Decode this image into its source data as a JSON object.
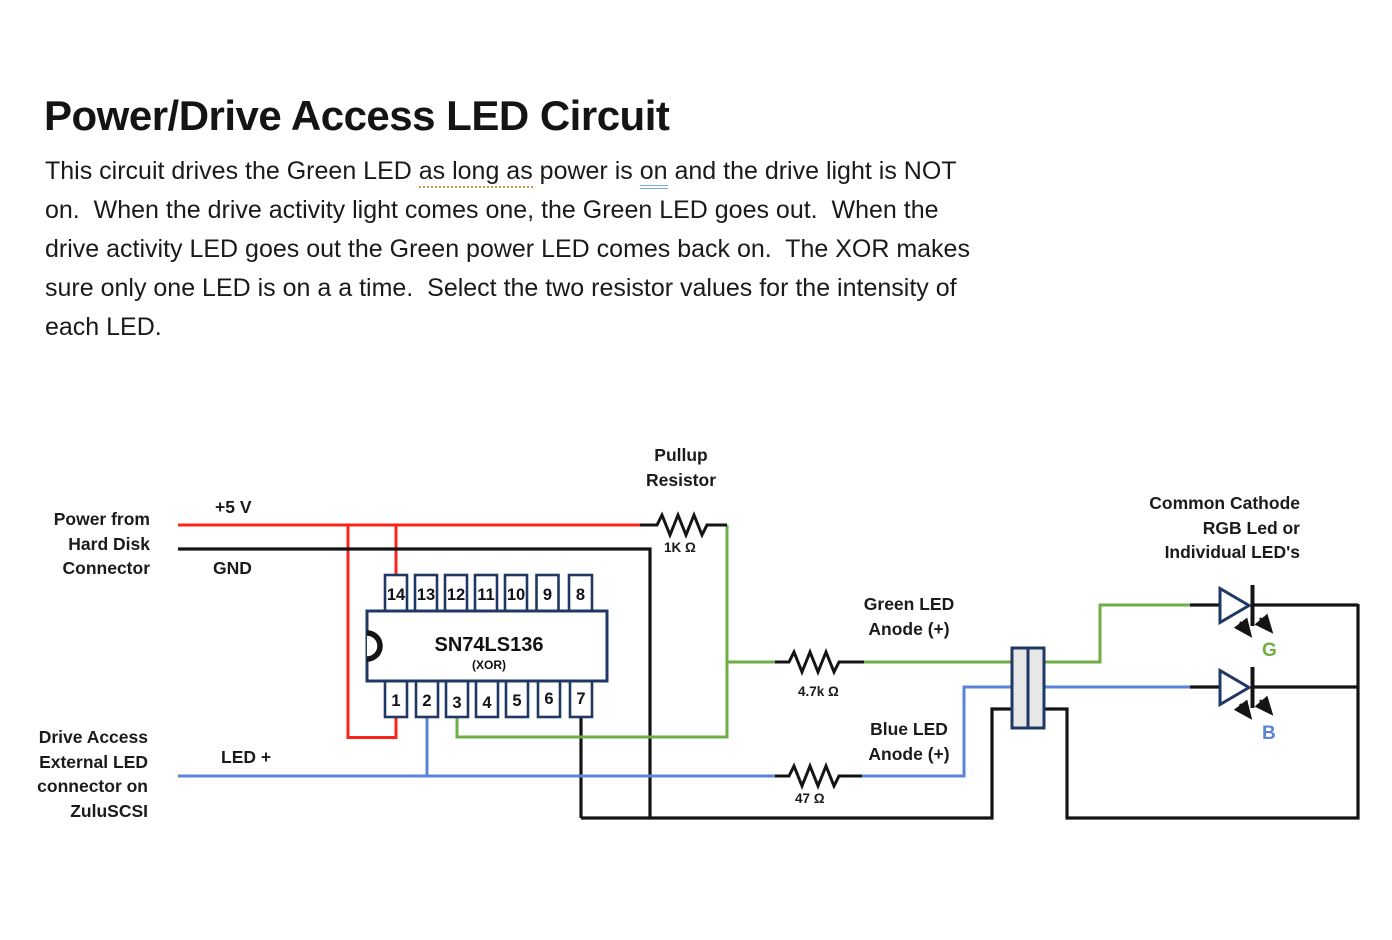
{
  "title": "Power/Drive Access LED Circuit",
  "description": {
    "line1_pre": "This circuit drives the Green LED ",
    "line1_spellcheck": "as long as",
    "line1_mid": " power is ",
    "line1_grammar": "on",
    "line1_post": " and the drive light is NOT",
    "line2": "on.  When the drive activity light comes one, the Green LED goes out.  When the",
    "line3": "drive activity LED goes out the Green power LED comes back on.  The XOR makes",
    "line4": "sure only one LED is on a a time.  Select the two resistor values for the intensity of",
    "line5": "each LED."
  },
  "diagram": {
    "power_source_label": {
      "line1": "Power from",
      "line2": "Hard Disk",
      "line3": "Connector"
    },
    "rail_5v": "+5 V",
    "rail_gnd": "GND",
    "led_plus": "LED +",
    "drive_access_label": {
      "line1": "Drive Access",
      "line2": "External LED",
      "line3": "connector on",
      "line4": "ZuluSCSI"
    },
    "pullup_label": {
      "line1": "Pullup",
      "line2": "Resistor"
    },
    "r_pullup_value": "1K Ω",
    "green_anode_label": {
      "line1": "Green LED",
      "line2": "Anode (+)"
    },
    "r_green_value": "4.7k Ω",
    "blue_anode_label": {
      "line1": "Blue LED",
      "line2": "Anode (+)"
    },
    "r_blue_value": "47 Ω",
    "common_cathode_label": {
      "line1": "Common Cathode",
      "line2": "RGB Led or",
      "line3": "Individual LED's"
    },
    "chip": {
      "name": "SN74LS136",
      "subtitle": "(XOR)",
      "top_pins": [
        "14",
        "13",
        "12",
        "11",
        "10",
        "9",
        "8"
      ],
      "bottom_pins": [
        "1",
        "2",
        "3",
        "4",
        "5",
        "6",
        "7"
      ]
    },
    "led_green_letter": "G",
    "led_blue_letter": "B"
  },
  "colors": {
    "wire_red": "#FB241A",
    "wire_green": "#70AD47",
    "wire_blue": "#5B83D8",
    "wire_black": "#141414",
    "chip_outline": "#1F3864",
    "connector_fill": "#E8E7E7",
    "spellcheck_underline": "#BE9A4A",
    "grammar_underline": "#7FA7DF"
  }
}
